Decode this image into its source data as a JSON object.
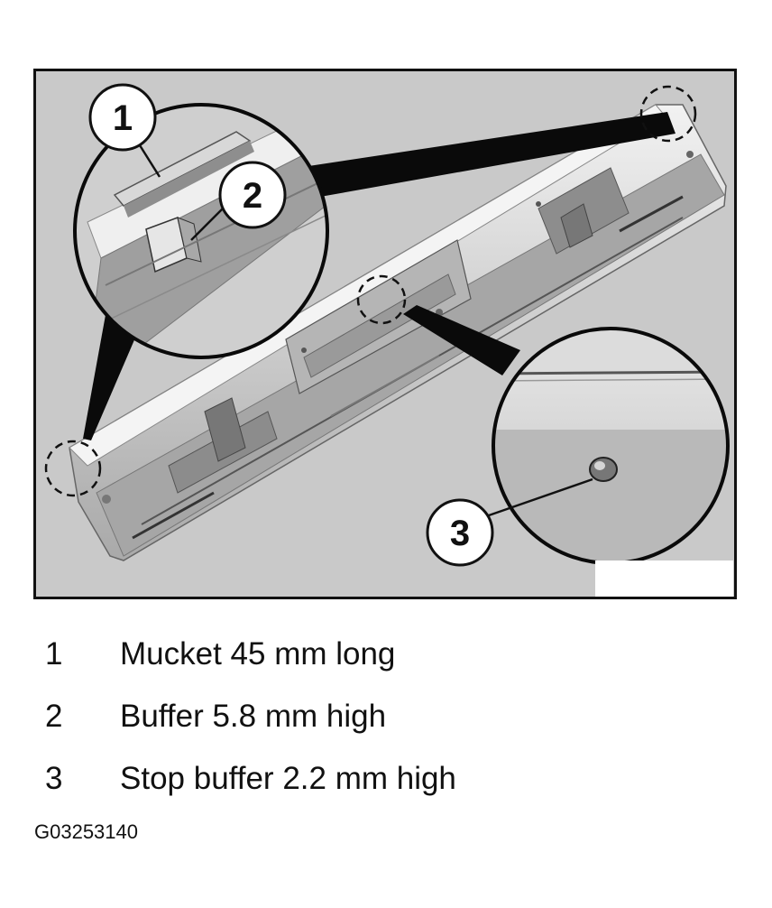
{
  "diagram": {
    "callouts": [
      {
        "number": "1"
      },
      {
        "number": "2"
      },
      {
        "number": "3"
      }
    ]
  },
  "legend": [
    {
      "number": "1",
      "text": "Mucket 45 mm long"
    },
    {
      "number": "2",
      "text": "Buffer 5.8 mm high"
    },
    {
      "number": "3",
      "text": "Stop buffer 2.2 mm high"
    }
  ],
  "figure_code": "G03253140"
}
